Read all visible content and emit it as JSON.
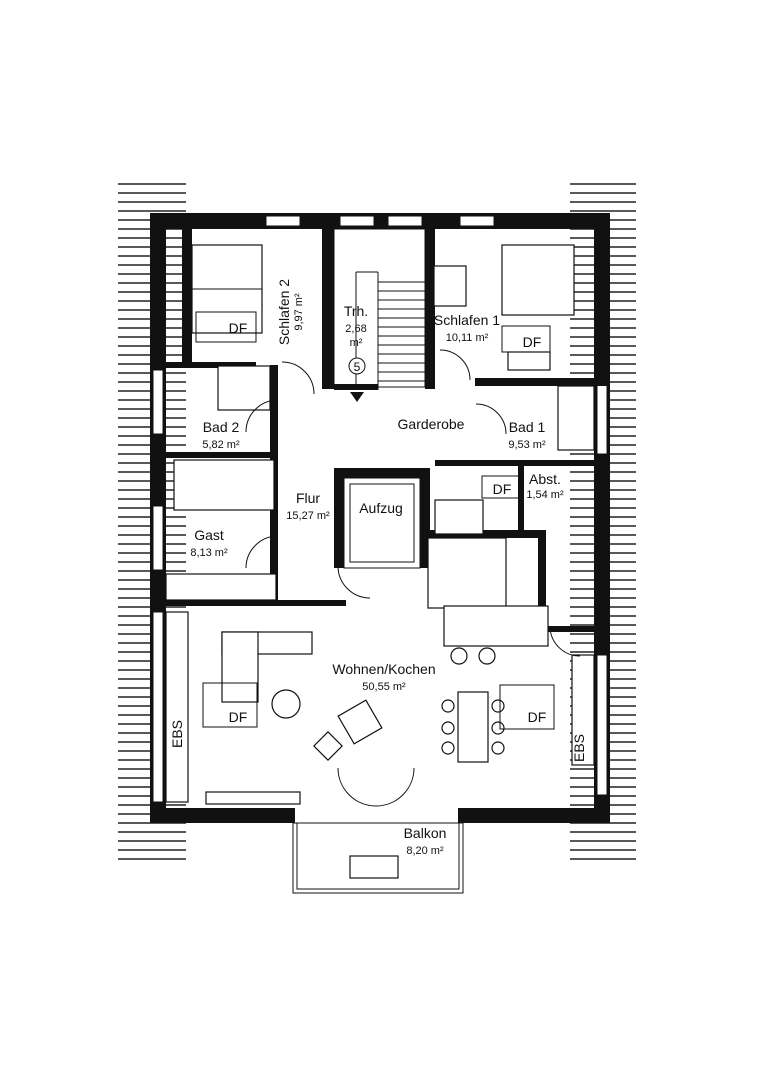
{
  "rooms": [
    {
      "name": "Schlafen 2",
      "area": "9,97 m²"
    },
    {
      "name": "Trh.",
      "area_line1": "2,68",
      "area_line2": "m²"
    },
    {
      "name": "Schlafen 1",
      "area": "10,11 m²"
    },
    {
      "name": "Bad 2",
      "area": "5,82 m²"
    },
    {
      "name": "Garderobe"
    },
    {
      "name": "Bad 1",
      "area": "9,53 m²"
    },
    {
      "name": "Abst.",
      "area": "1,54 m²"
    },
    {
      "name": "Flur",
      "area": "15,27 m²"
    },
    {
      "name": "Aufzug"
    },
    {
      "name": "Gast",
      "area": "8,13 m²"
    },
    {
      "name": "Wohnen/Kochen",
      "area": "50,55 m²"
    },
    {
      "name": "Balkon",
      "area": "8,20 m²"
    }
  ],
  "markers": {
    "df": "DF",
    "ebs": "EBS",
    "stair_number": "5"
  }
}
